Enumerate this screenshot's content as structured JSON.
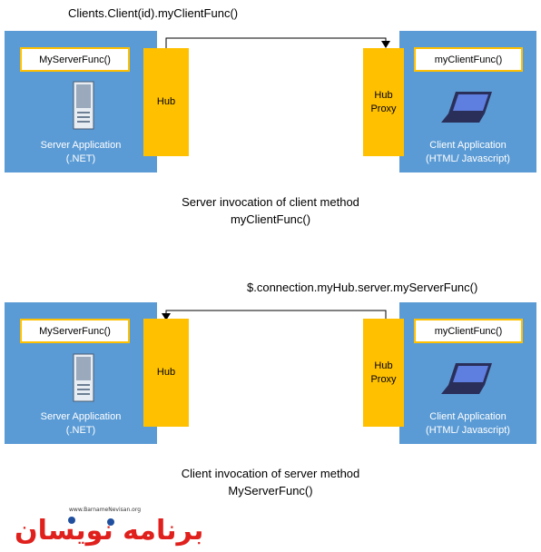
{
  "panel1": {
    "top_call": "Clients.Client(id).myClientFunc()",
    "server_func": "MyServerFunc()",
    "client_func": "myClientFunc()",
    "hub_label": "Hub",
    "proxy_line1": "Hub",
    "proxy_line2": "Proxy",
    "server_line1": "Server Application",
    "server_line2": "(.NET)",
    "client_line1": "Client Application",
    "client_line2": "(HTML/ Javascript)",
    "caption_line1": "Server invocation of client method",
    "caption_line2": "myClientFunc()"
  },
  "panel2": {
    "top_call": "$.connection.myHub.server.myServerFunc()",
    "server_func": "MyServerFunc()",
    "client_func": "myClientFunc()",
    "hub_label": "Hub",
    "proxy_line1": "Hub",
    "proxy_line2": "Proxy",
    "server_line1": "Server Application",
    "server_line2": "(.NET)",
    "client_line1": "Client Application",
    "client_line2": "(HTML/ Javascript)",
    "caption_line1": "Client invocation of server method",
    "caption_line2": "MyServerFunc()"
  },
  "logo": {
    "url_text": "www.BarnameNevisan.org",
    "brand": "برنامه نویسان"
  },
  "colors": {
    "box_blue": "#5b9bd5",
    "hub_yellow": "#ffc000",
    "logo_red": "#e0201c",
    "logo_blue": "#1f4f9e"
  }
}
